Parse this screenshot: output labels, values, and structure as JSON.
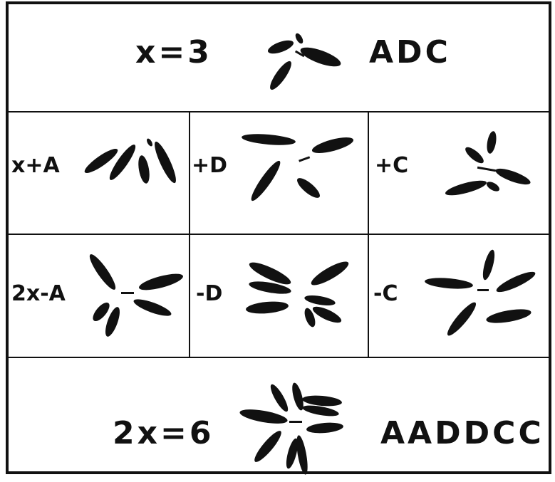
{
  "colors": {
    "ink": "#111111",
    "paper": "#ffffff"
  },
  "top_panel": {
    "label": "x=3",
    "karyotype": "ADC"
  },
  "row1": [
    {
      "label": "x+A"
    },
    {
      "label": "+D"
    },
    {
      "label": "+C"
    }
  ],
  "row2": [
    {
      "label": "2x-A"
    },
    {
      "label": "-D"
    },
    {
      "label": "-C"
    }
  ],
  "bottom_panel": {
    "label": "2x=6",
    "karyotype": "AADDCC"
  }
}
